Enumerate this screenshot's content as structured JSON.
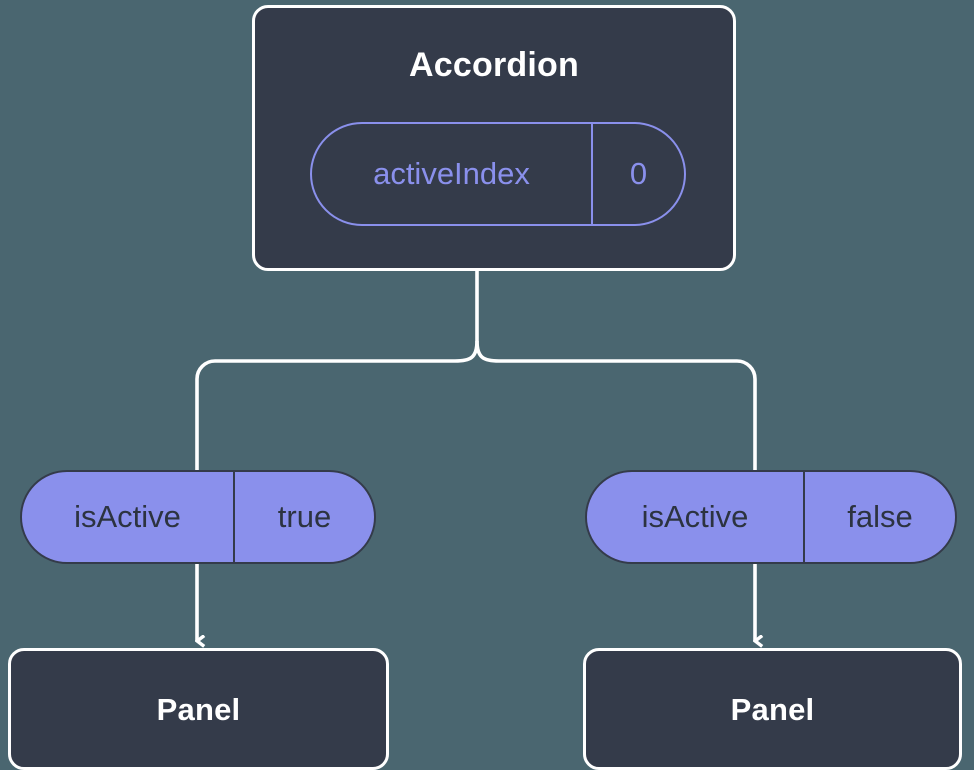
{
  "diagram": {
    "type": "component-tree",
    "background_color": "#4a6670",
    "node_fill": "#343b4a",
    "node_border": "#ffffff",
    "accent_color": "#8a90ec",
    "connector_color": "#ffffff"
  },
  "root": {
    "title": "Accordion",
    "state": {
      "key": "activeIndex",
      "value": "0"
    }
  },
  "branches": [
    {
      "prop": {
        "key": "isActive",
        "value": "true"
      },
      "child": {
        "title": "Panel"
      }
    },
    {
      "prop": {
        "key": "isActive",
        "value": "false"
      },
      "child": {
        "title": "Panel"
      }
    }
  ]
}
